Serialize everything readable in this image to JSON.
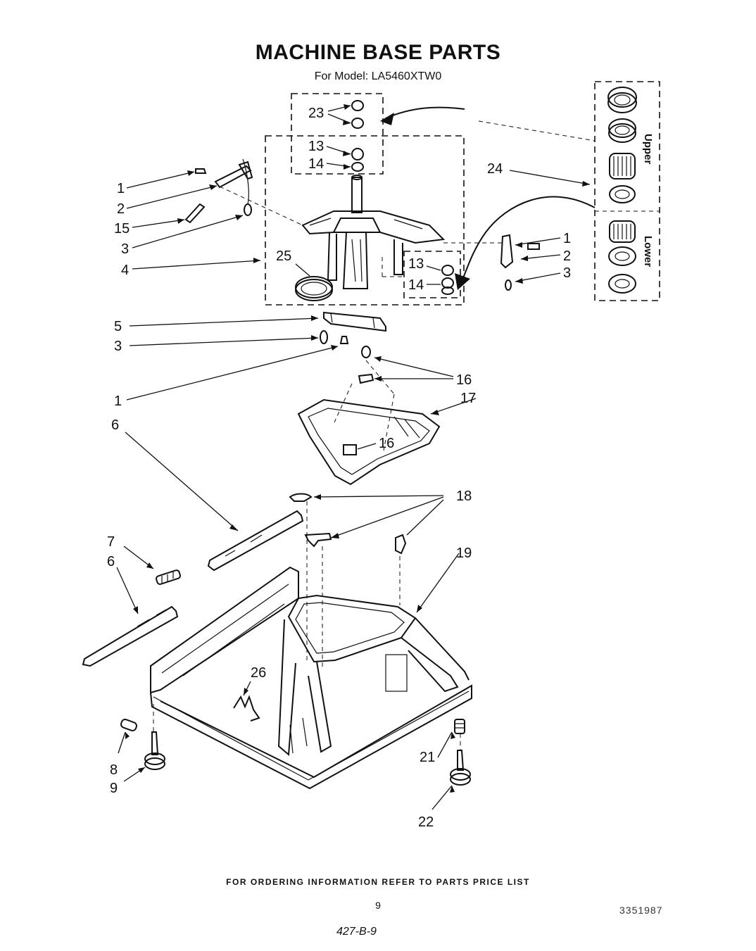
{
  "title": "MACHINE BASE PARTS",
  "subtitle": "For Model: LA5460XTW0",
  "footer": "FOR ORDERING INFORMATION REFER TO PARTS PRICE LIST",
  "page_number": "9",
  "drawing_code": "3351987",
  "handwritten_ref": "427-B-9",
  "seal_kit_labels": {
    "upper": "Upper",
    "lower": "Lower"
  },
  "callouts": {
    "c1a": "1",
    "c2a": "2",
    "c15": "15",
    "c3a": "3",
    "c4": "4",
    "c25": "25",
    "c23": "23",
    "c13a": "13",
    "c14a": "14",
    "c24": "24",
    "c1b": "1",
    "c2b": "2",
    "c3b": "3",
    "c13b": "13",
    "c14b": "14",
    "c5": "5",
    "c3c": "3",
    "c1c": "1",
    "c6a": "6",
    "c16a": "16",
    "c16b": "16",
    "c17": "17",
    "c18": "18",
    "c19": "19",
    "c7": "7",
    "c6b": "6",
    "c26": "26",
    "c8": "8",
    "c9": "9",
    "c21": "21",
    "c22": "22"
  }
}
